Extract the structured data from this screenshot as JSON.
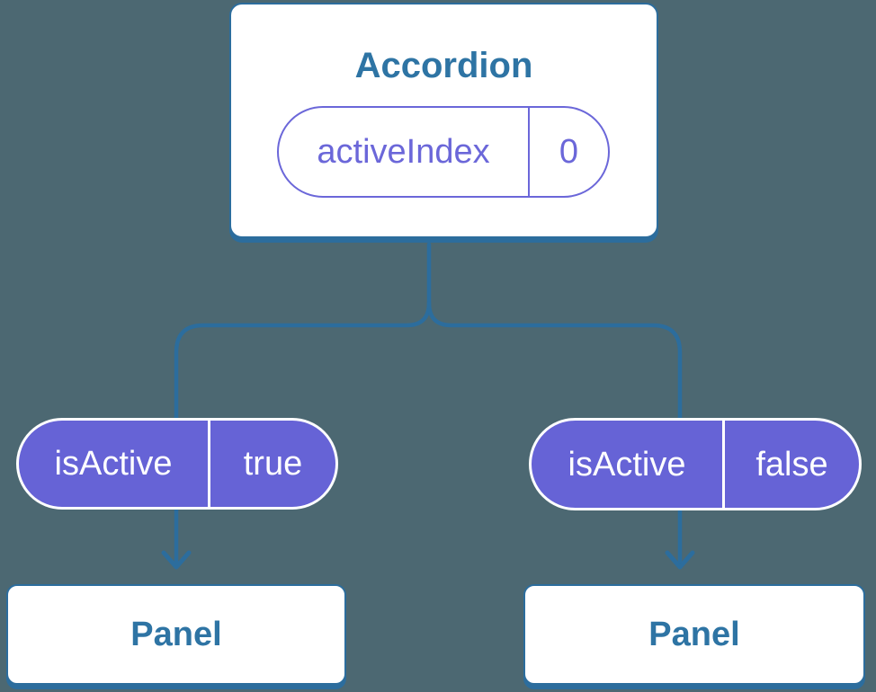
{
  "diagram": {
    "colors": {
      "background": "#4c6872",
      "connector": "#2c6d9d",
      "card_border": "#2c6d9d",
      "heading_text": "#2e74a4",
      "purple_outline": "#6b67d9",
      "purple_fill": "#6663d6",
      "pill_text_light": "#ffffff"
    },
    "root": {
      "title": "Accordion",
      "state": {
        "name": "activeIndex",
        "value": "0"
      }
    },
    "children": [
      {
        "prop": {
          "name": "isActive",
          "value": "true"
        },
        "panel_title": "Panel"
      },
      {
        "prop": {
          "name": "isActive",
          "value": "false"
        },
        "panel_title": "Panel"
      }
    ]
  }
}
